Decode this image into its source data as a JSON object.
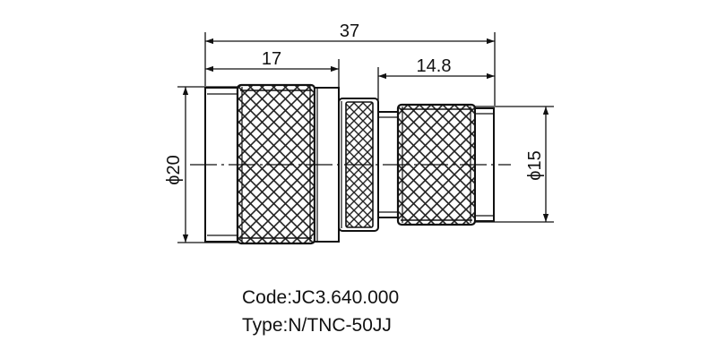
{
  "dimensions": {
    "overall_length": "37",
    "n_side_length": "17",
    "tnc_side_length": "14.8",
    "n_side_diameter": "ϕ20",
    "tnc_side_diameter": "ϕ15"
  },
  "caption": {
    "code": "Code:JC3.640.000",
    "type": "Type:N/TNC-50JJ"
  }
}
